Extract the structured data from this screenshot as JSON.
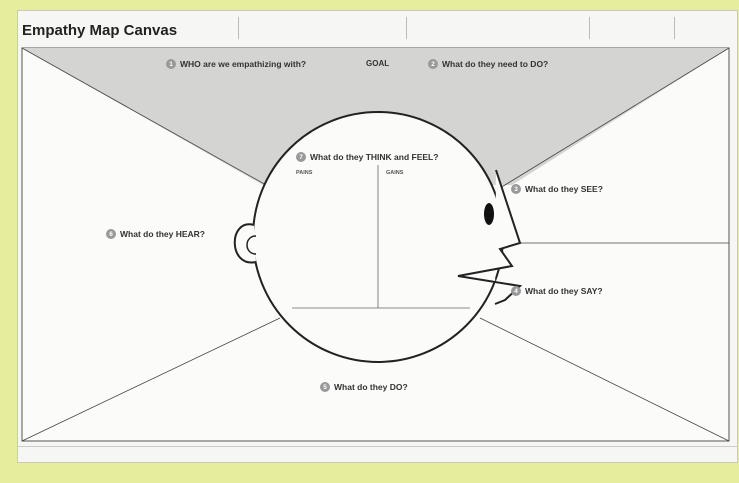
{
  "title": "Empathy Map Canvas",
  "header_fields": [
    "",
    "",
    "",
    ""
  ],
  "goal": "GOAL",
  "sections": {
    "who": {
      "number": "1",
      "heading": "WHO are we empathizing with?",
      "lines": [
        "",
        "",
        ""
      ]
    },
    "do_need": {
      "number": "2",
      "heading": "What do they need to DO?",
      "lines": [
        "",
        "",
        "",
        ""
      ]
    },
    "see": {
      "number": "3",
      "heading": "What do they SEE?",
      "lines": [
        "",
        "",
        "",
        ""
      ]
    },
    "say": {
      "number": "4",
      "heading": "What do they SAY?",
      "lines": [
        "",
        ""
      ]
    },
    "do": {
      "number": "5",
      "heading": "What do they DO?",
      "lines": [
        "",
        "",
        ""
      ]
    },
    "hear": {
      "number": "6",
      "heading": "What do they HEAR?",
      "lines": [
        "",
        "",
        "",
        ""
      ]
    },
    "think_feel": {
      "number": "7",
      "heading": "What do they THINK and FEEL?",
      "pains_label": "PAINS",
      "pains_lines": [
        "",
        ""
      ],
      "gains_label": "GAINS",
      "gains_lines": [
        "",
        ""
      ],
      "bottom_line": ""
    }
  },
  "footer_left": "",
  "footer_right": "",
  "colors": {
    "background": "#e6ed9c",
    "goal_fill": "#d4d4d2",
    "stroke": "#222222"
  }
}
